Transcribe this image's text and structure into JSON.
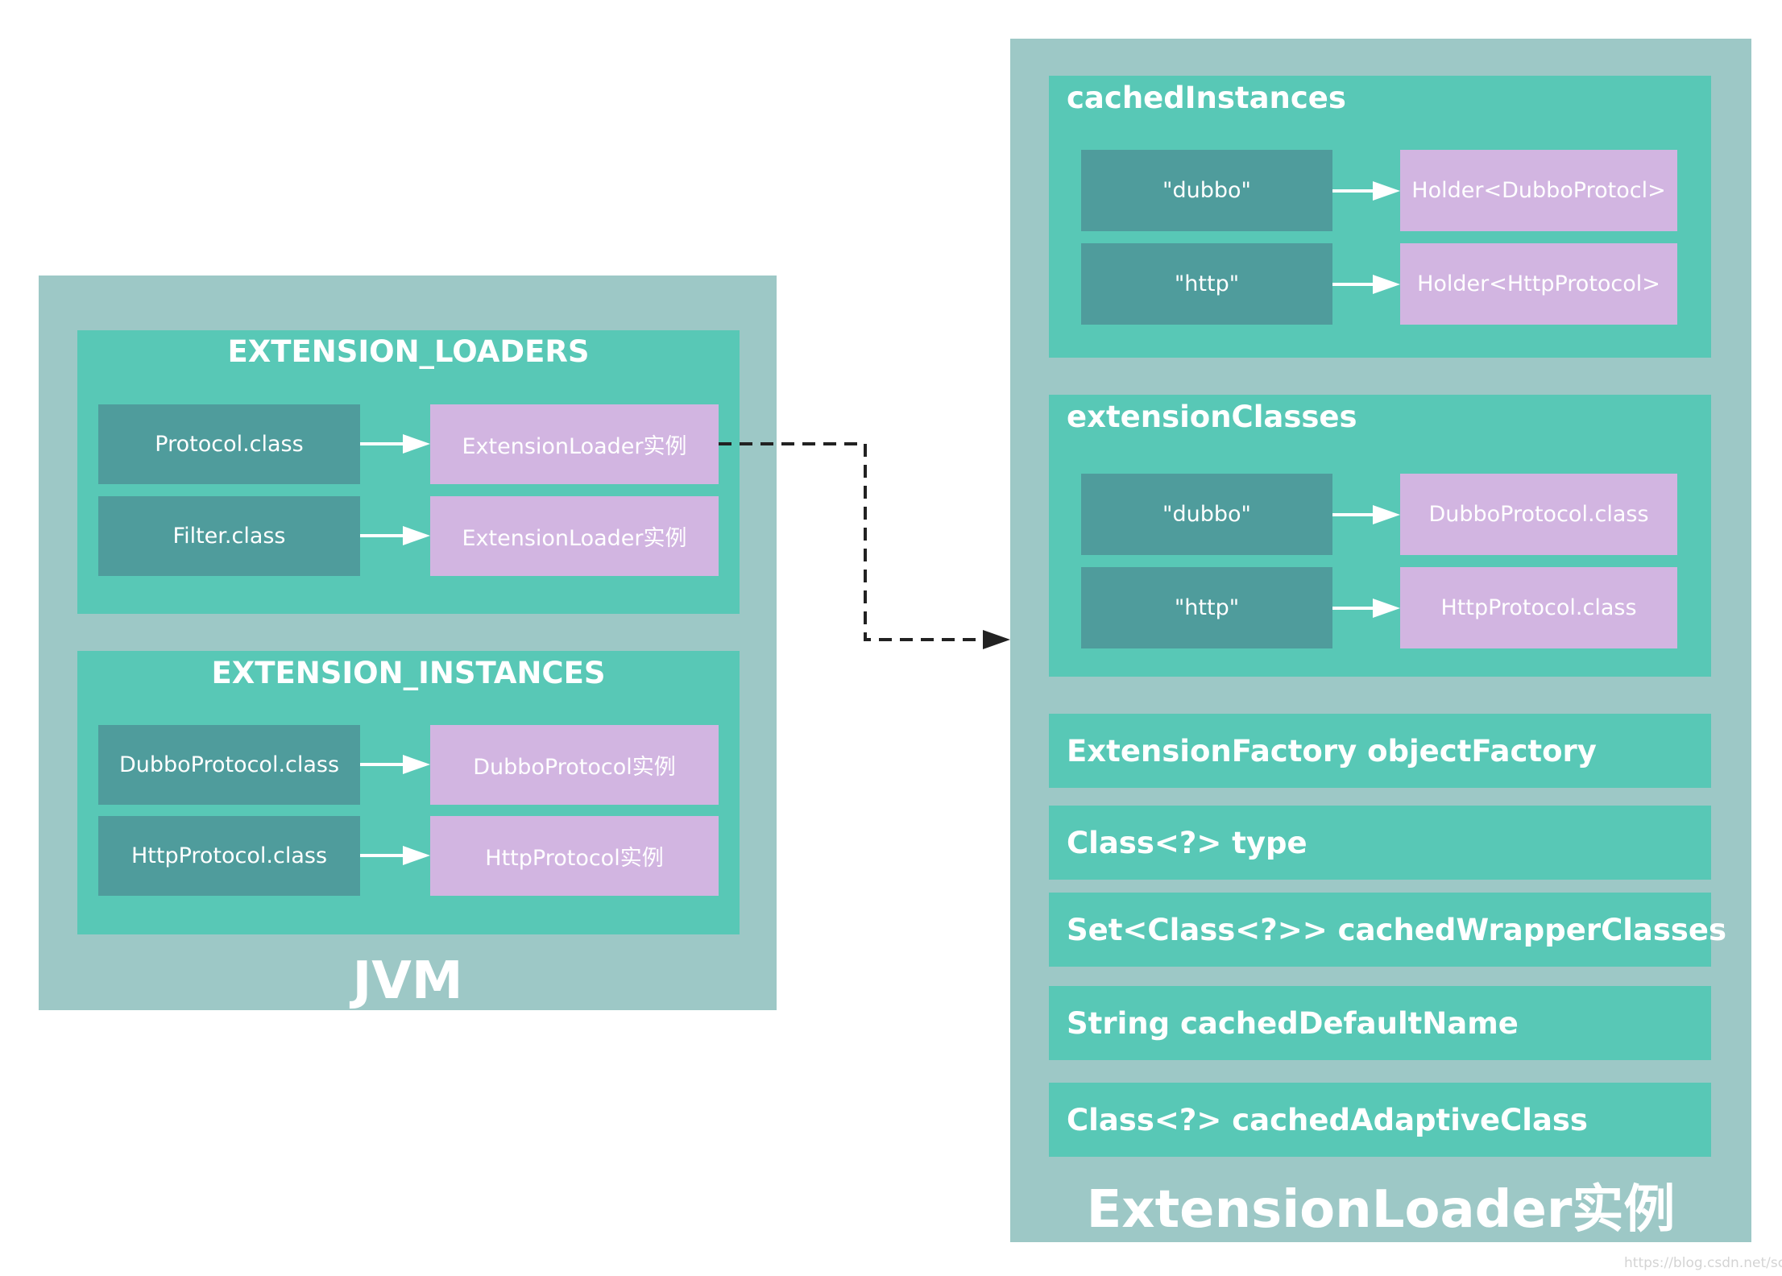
{
  "jvm": {
    "label": "JVM",
    "loaders": {
      "title": "EXTENSION_LOADERS",
      "rows": [
        {
          "key": "Protocol.class",
          "value": "ExtensionLoader实例"
        },
        {
          "key": "Filter.class",
          "value": "ExtensionLoader实例"
        }
      ]
    },
    "instances": {
      "title": "EXTENSION_INSTANCES",
      "rows": [
        {
          "key": "DubboProtocol.class",
          "value": "DubboProtocol实例"
        },
        {
          "key": "HttpProtocol.class",
          "value": "HttpProtocol实例"
        }
      ]
    }
  },
  "loader": {
    "label": "ExtensionLoader实例",
    "cachedInstances": {
      "title": "cachedInstances",
      "rows": [
        {
          "key": "\"dubbo\"",
          "value": "Holder<DubboProtocl>"
        },
        {
          "key": "\"http\"",
          "value": "Holder<HttpProtocol>"
        }
      ]
    },
    "extensionClasses": {
      "title": "extensionClasses",
      "rows": [
        {
          "key": "\"dubbo\"",
          "value": "DubboProtocol.class"
        },
        {
          "key": "\"http\"",
          "value": "HttpProtocol.class"
        }
      ]
    },
    "fields": [
      "ExtensionFactory objectFactory",
      "Class<?> type",
      "Set<Class<?>> cachedWrapperClasses",
      "String cachedDefaultName",
      "Class<?> cachedAdaptiveClass"
    ]
  },
  "watermark": "https://blog.csdn.net/scjava",
  "colors": {
    "outer": "#9dc8c6",
    "group": "#58c8b6",
    "key": "#4f9c9c",
    "value": "#d2b5e1",
    "arrow": "#ffffff",
    "connector": "#222222"
  }
}
